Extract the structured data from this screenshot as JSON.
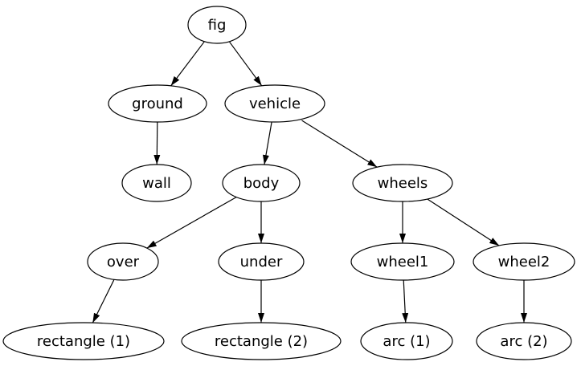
{
  "diagram": {
    "type": "tree-graph",
    "direction": "top-down",
    "background_color": "#ffffff",
    "node_fill": "#ffffff",
    "node_stroke": "#000000",
    "edge_color": "#000000",
    "text_color": "#000000",
    "nodes": {
      "fig": {
        "label": "fig"
      },
      "ground": {
        "label": "ground"
      },
      "vehicle": {
        "label": "vehicle"
      },
      "wall": {
        "label": "wall"
      },
      "body": {
        "label": "body"
      },
      "wheels": {
        "label": "wheels"
      },
      "over": {
        "label": "over"
      },
      "under": {
        "label": "under"
      },
      "wheel1": {
        "label": "wheel1"
      },
      "wheel2": {
        "label": "wheel2"
      },
      "rectangle1": {
        "label": "rectangle (1)"
      },
      "rectangle2": {
        "label": "rectangle (2)"
      },
      "arc1": {
        "label": "arc (1)"
      },
      "arc2": {
        "label": "arc (2)"
      }
    },
    "edges": [
      {
        "from": "fig",
        "to": "ground"
      },
      {
        "from": "fig",
        "to": "vehicle"
      },
      {
        "from": "ground",
        "to": "wall"
      },
      {
        "from": "vehicle",
        "to": "body"
      },
      {
        "from": "vehicle",
        "to": "wheels"
      },
      {
        "from": "body",
        "to": "over"
      },
      {
        "from": "body",
        "to": "under"
      },
      {
        "from": "wheels",
        "to": "wheel1"
      },
      {
        "from": "wheels",
        "to": "wheel2"
      },
      {
        "from": "over",
        "to": "rectangle1"
      },
      {
        "from": "under",
        "to": "rectangle2"
      },
      {
        "from": "wheel1",
        "to": "arc1"
      },
      {
        "from": "wheel2",
        "to": "arc2"
      }
    ]
  }
}
